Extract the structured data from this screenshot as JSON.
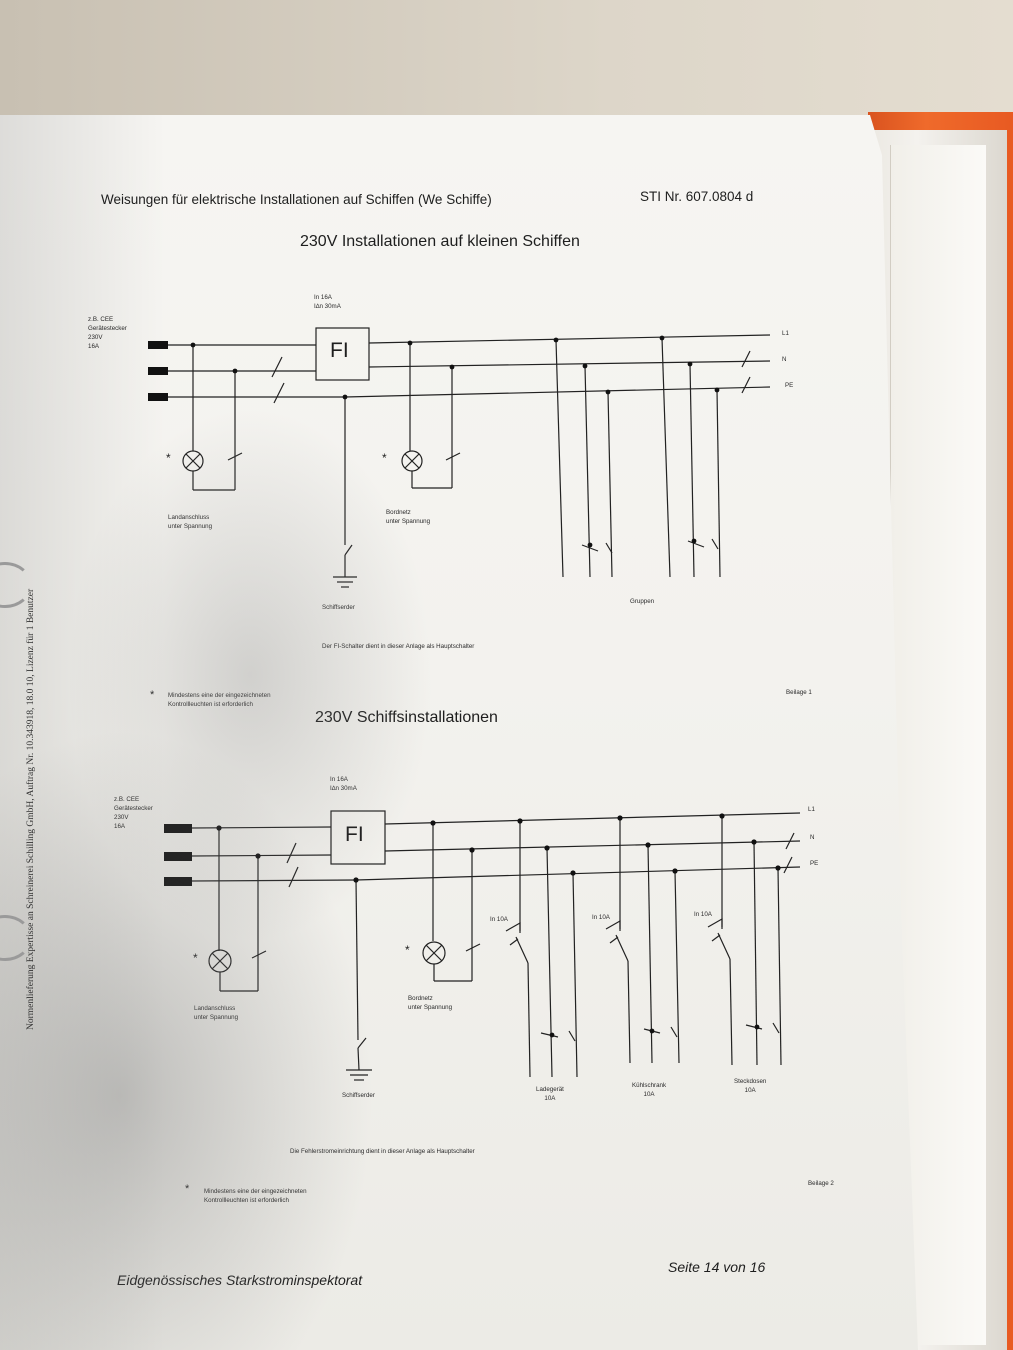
{
  "header": {
    "title": "Weisungen für elektrische Installationen auf Schiffen (We Schiffe)",
    "doc_number": "STI Nr. 607.0804 d"
  },
  "sidebar_text": "Normenlieferung Expertisse an Schreinerei Schilling GmbH, Auftrag Nr. 10.343918, 18.0 10, Lizenz für 1 Benutzer",
  "diagram1": {
    "title": "230V Installationen auf kleinen Schiffen",
    "plug_label": "z.B. CEE\nGerätestecker\n230V\n16A",
    "fi_label": "FI",
    "fi_spec": "In 16A\nI∆n 30mA",
    "bus_l1": "L1",
    "bus_n": "N",
    "bus_pe": "PE",
    "shore_label": "Landanschluss\nunter Spannung",
    "onboard_label": "Bordnetz\nunter Spannung",
    "earth_label": "Schiffserder",
    "groups_label": "Gruppen",
    "note": "Der FI-Schalter dient in dieser Anlage als Hauptschalter",
    "star_note": "Mindestens eine der eingezeichneten\nKontrollleuchten ist erforderlich",
    "supplement": "Beilage 1"
  },
  "diagram2": {
    "title": "230V Schiffsinstallationen",
    "plug_label": "z.B. CEE\nGerätestecker\n230V\n16A",
    "fi_label": "FI",
    "fi_spec": "In 16A\nI∆n 30mA",
    "bus_l1": "L1",
    "bus_n": "N",
    "bus_pe": "PE",
    "shore_label": "Landanschluss\nunter Spannung",
    "onboard_label": "Bordnetz\nunter Spannung",
    "earth_label": "Schiffserder",
    "breakers": [
      "In 10A",
      "In 10A",
      "In 10A"
    ],
    "circuits": [
      "Ladegerät\n10A",
      "Kühlschrank\n10A",
      "Steckdosen\n10A"
    ],
    "note": "Die Fehlerstromeinrichtung dient in dieser Anlage als Hauptschalter",
    "star_note": "Mindestens eine der eingezeichneten\nKontrollleuchten ist erforderlich",
    "supplement": "Beilage 2"
  },
  "star": "*",
  "footer": {
    "org": "Eidgenössisches Starkstrominspektorat",
    "page": "Seite 14 von 16"
  }
}
